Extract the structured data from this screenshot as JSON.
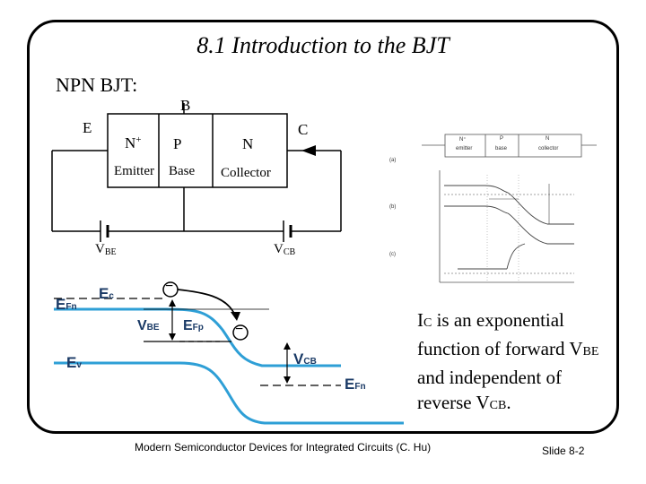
{
  "slide": {
    "title": "8.1  Introduction to the BJT",
    "subtitle": "NPN BJT:",
    "footer": "Modern Semiconductor Devices for Integrated Circuits (C. Hu)",
    "number": "Slide 8-2"
  },
  "schematic": {
    "terminal_e": "E",
    "terminal_b": "B",
    "terminal_c": "C",
    "region_n_plus": "N",
    "region_n_plus_sup": "+",
    "region_p": "P",
    "region_n": "N",
    "label_emitter": "Emitter",
    "label_base": "Base",
    "label_collector": "Collector",
    "vbe_main": "V",
    "vbe_sub": "BE",
    "vcb_main": "V",
    "vcb_sub": "CB"
  },
  "band_diagram": {
    "efn_left": "E",
    "efn_left_sub": "Fn",
    "ec": "E",
    "ec_sub": "c",
    "ev": "E",
    "ev_sub": "v",
    "vbe": "V",
    "vbe_sub": "BE",
    "efp": "E",
    "efp_sub": "Fp",
    "vcb": "V",
    "vcb_sub": "CB",
    "efn_right": "E",
    "efn_right_sub": "Fn",
    "electron_symbol": "−",
    "colors": {
      "band": "#2e9fd6",
      "fermi": "#000000"
    }
  },
  "bullet": {
    "p1": "I",
    "p1_sub": "C",
    "p2": " is an exponential function of forward V",
    "p2_sub": "BE",
    "p3": " and independent of reverse V",
    "p3_sub": "CB",
    "p4": "."
  },
  "mini_figure": {
    "row_a": "(a)",
    "row_b": "(b)",
    "row_c": "(c)",
    "box_1": "N⁺",
    "box_1_sub": "emitter",
    "box_2": "P",
    "box_2_sub": "base",
    "box_3": "N",
    "box_3_sub": "collector"
  }
}
